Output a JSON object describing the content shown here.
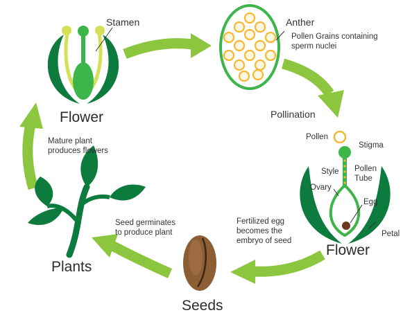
{
  "labels": {
    "stamen": "Stamen",
    "flower_top": "Flower",
    "anther": "Anther",
    "pollen_grains_line1": "Pollen Grains containing",
    "pollen_grains_line2": "sperm nuclei",
    "pollination": "Pollination",
    "pollen": "Pollen",
    "stigma": "Stigma",
    "style": "Style",
    "pollen_tube_line1": "Pollen",
    "pollen_tube_line2": "Tube",
    "ovary": "Ovary",
    "egg": "Egg",
    "petal": "Petal",
    "flower_bottom": "Flower",
    "fertilized_line1": "Fertilized egg",
    "fertilized_line2": "becomes the",
    "fertilized_line3": "embryo of seed",
    "seeds": "Seeds",
    "germinates_line1": "Seed germinates",
    "germinates_line2": "to produce plant",
    "plants": "Plants",
    "mature_line1": "Mature plant",
    "mature_line2": "produces flowers"
  },
  "colors": {
    "arrow_green": "#8cc63f",
    "dark_green": "#0d7a3e",
    "mid_green": "#3cb54a",
    "yellow_green": "#d4e157",
    "pollen_orange": "#f7b733",
    "seed_brown": "#8b5e34",
    "text": "#333333"
  }
}
